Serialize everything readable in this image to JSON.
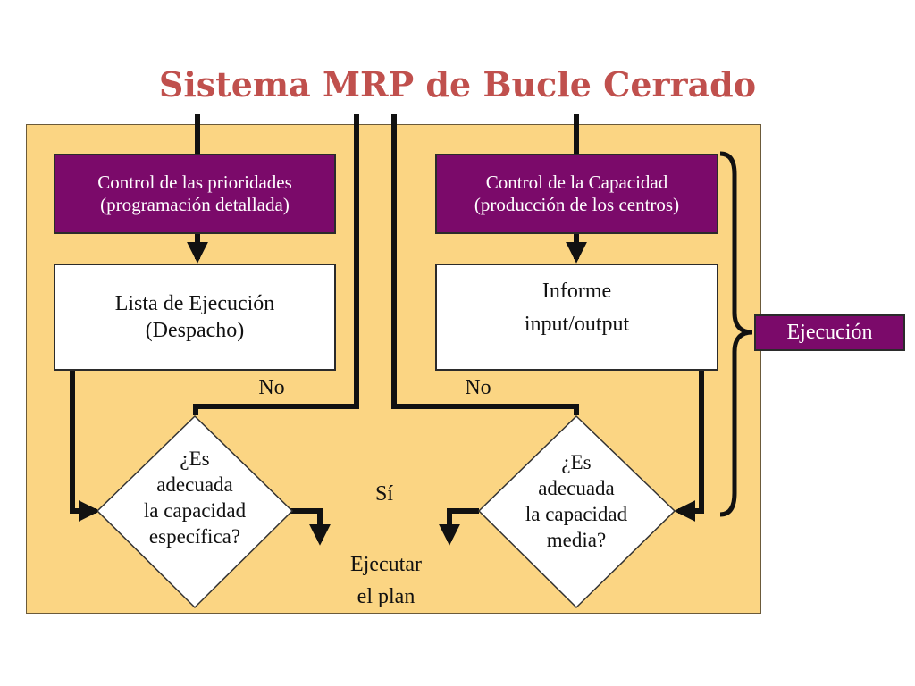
{
  "title": "Sistema MRP de Bucle Cerrado",
  "boxes": {
    "priority_control": "Control de las prioridades\n(programación detallada)",
    "capacity_control": "Control de la Capacidad\n(producción de los centros)",
    "dispatch_list": "Lista de Ejecución\n(Despacho)",
    "io_report": "Informe\ninput/output"
  },
  "decisions": {
    "specific_capacity": "¿Es\nadecuada\nla capacidad\nespecífica?",
    "average_capacity": "¿Es\nadecuada\nla capacidad\nmedia?"
  },
  "labels": {
    "no_left": "No",
    "no_right": "No",
    "yes": "Sí",
    "execute_plan": "Ejecutar\nel plan"
  },
  "execution_tag": "Ejecución",
  "colors": {
    "title": "#c0504d",
    "panel": "#fbd583",
    "purple_box": "#7b0a6a",
    "line": "#111111"
  }
}
